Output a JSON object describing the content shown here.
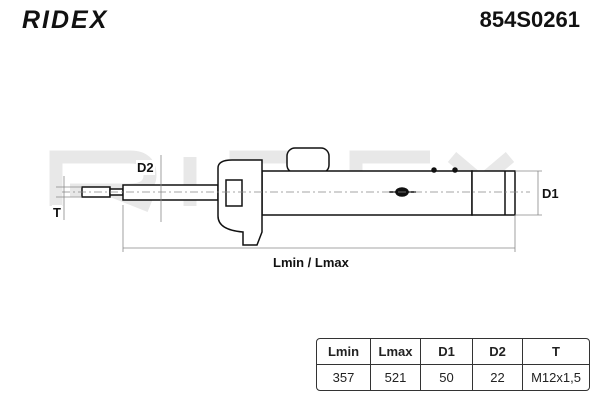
{
  "brand": "RIDEX",
  "part_number": "854S0261",
  "watermark": "RIDEX",
  "labels": {
    "d2": "D2",
    "d1": "D1",
    "t": "T",
    "length": "Lmin / Lmax"
  },
  "specs": {
    "headers": [
      "Lmin",
      "Lmax",
      "D1",
      "D2",
      "T"
    ],
    "values": [
      "357",
      "521",
      "50",
      "22",
      "M12x1,5"
    ]
  }
}
